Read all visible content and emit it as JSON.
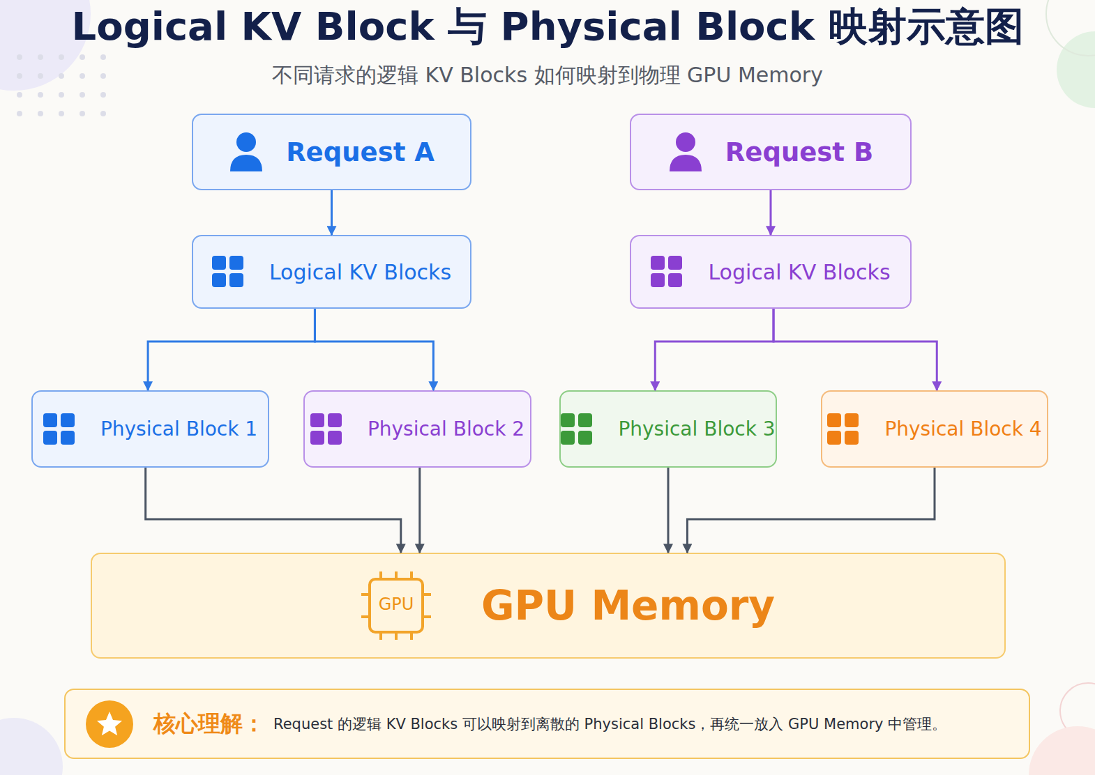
{
  "diagram": {
    "title": "Logical KV Block 与 Physical Block 映射示意图",
    "caption": "不同请求的逻辑 KV Blocks 如何映射到物理 GPU Memory",
    "nodes": [
      {
        "text": [
          "Request A"
        ]
      },
      {
        "text": [
          "Request B"
        ]
      },
      {
        "text": [
          "Logical KV Blocks"
        ]
      },
      {
        "text": [
          "Logical KV Blocks"
        ]
      },
      {
        "text": [
          "Physical Block 1"
        ]
      },
      {
        "text": [
          "Physical Block 2"
        ]
      },
      {
        "text": [
          "Physical Block 3"
        ]
      },
      {
        "text": [
          "Physical Block 4"
        ]
      },
      {
        "text": [
          "GPU",
          "GPU Memory"
        ]
      },
      {
        "text": [
          "核心理解：",
          "Request 的逻辑 KV Blocks 可以映射到离散的 Physical Blocks，再统一放入 GPU Memory 中管理。"
        ]
      }
    ],
    "edges": [
      {
        "from": 0,
        "to": 2,
        "arrow": "to"
      },
      {
        "from": 1,
        "to": 3,
        "arrow": "to"
      },
      {
        "from": 2,
        "to": 4,
        "arrow": "to"
      },
      {
        "from": 2,
        "to": 5,
        "arrow": "to"
      },
      {
        "from": 3,
        "to": 6,
        "arrow": "to"
      },
      {
        "from": 3,
        "to": 7,
        "arrow": "to"
      },
      {
        "from": 4,
        "to": 8,
        "arrow": "to"
      },
      {
        "from": 5,
        "to": 8,
        "arrow": "to"
      },
      {
        "from": 6,
        "to": 8,
        "arrow": "to"
      },
      {
        "from": 7,
        "to": 8,
        "arrow": "to"
      }
    ]
  }
}
